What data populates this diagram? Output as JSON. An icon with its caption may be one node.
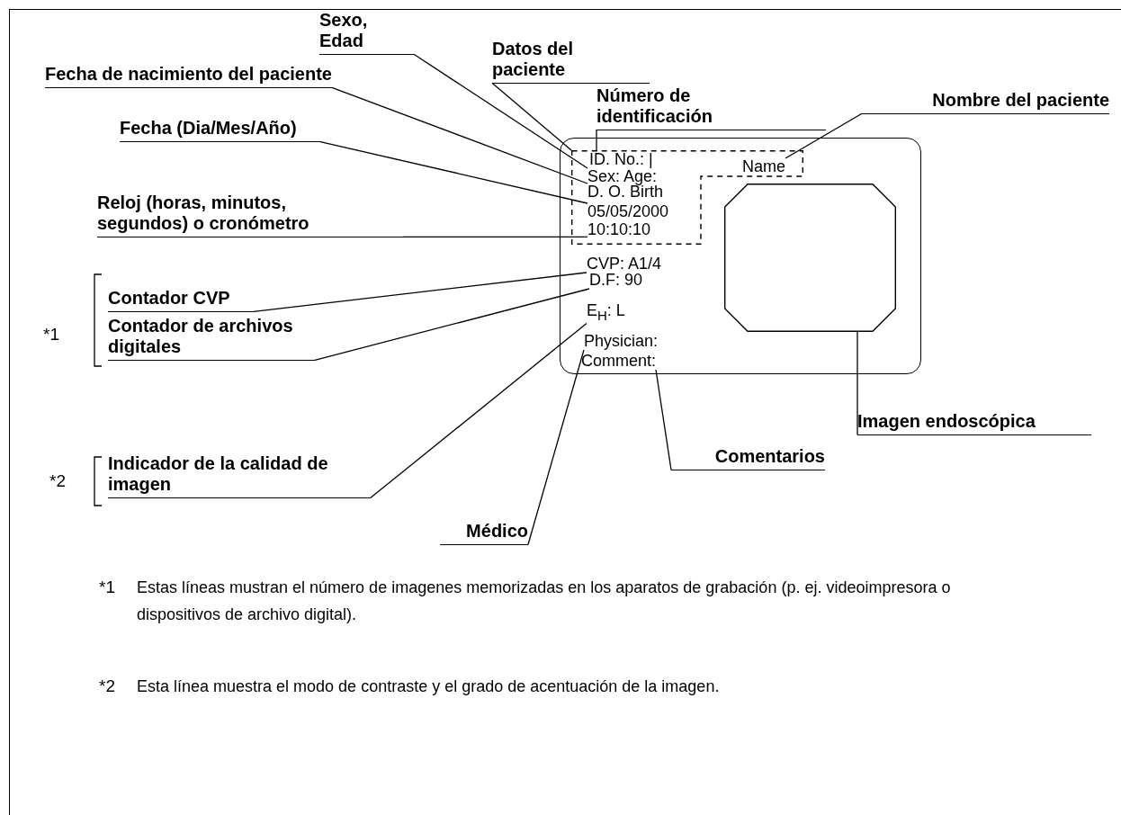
{
  "diagram": {
    "nodes": [
      {
        "text": [
          "Sexo, Edad"
        ]
      },
      {
        "text": [
          "Datos del paciente"
        ]
      },
      {
        "text": [
          "Fecha de nacimiento del paciente"
        ]
      },
      {
        "text": [
          "Número de identificación"
        ]
      },
      {
        "text": [
          "Nombre del paciente"
        ]
      },
      {
        "text": [
          "Fecha (Dia/Mes/Año)"
        ]
      },
      {
        "text": [
          "Reloj (horas, minutos, segundos) o cronómetro"
        ]
      },
      {
        "text": [
          "Contador CVP"
        ]
      },
      {
        "text": [
          "Contador de archivos digitales"
        ]
      },
      {
        "text": [
          "Indicador de la calidad de imagen"
        ]
      },
      {
        "text": [
          "Imagen endoscópica"
        ]
      },
      {
        "text": [
          "Comentarios"
        ]
      },
      {
        "text": [
          "Médico"
        ]
      },
      {
        "text": [],
        "shape": "box"
      },
      {
        "text": [],
        "shape": "box",
        "in": 13
      },
      {
        "text": [
          "ID. No.: |"
        ],
        "in": 14
      },
      {
        "text": [
          "Name"
        ],
        "in": 14
      },
      {
        "text": [
          "Sex:  Age:"
        ],
        "in": 14
      },
      {
        "text": [
          "D. O. Birth"
        ],
        "in": 14
      },
      {
        "text": [
          "05/05/2000"
        ],
        "in": 14
      },
      {
        "text": [
          "10:10:10"
        ],
        "in": 14
      },
      {
        "text": [
          "CVP: A1/4"
        ],
        "in": 13
      },
      {
        "text": [
          "D.F: 90"
        ],
        "in": 13
      },
      {
        "text": [
          "E$_{H}$: L"
        ],
        "in": 13
      },
      {
        "text": [
          "Physician:"
        ],
        "in": 13
      },
      {
        "text": [
          "Comment:"
        ],
        "in": 13
      },
      {
        "text": [],
        "shape": "octagon",
        "in": 13
      }
    ],
    "edges": [
      {
        "from": 0,
        "to": 17,
        "arrow": "none"
      },
      {
        "from": 1,
        "to": 14,
        "arrow": "none"
      },
      {
        "from": 2,
        "to": 18,
        "arrow": "none"
      },
      {
        "from": 3,
        "to": 15,
        "arrow": "none"
      },
      {
        "from": 4,
        "to": 16,
        "arrow": "none"
      },
      {
        "from": 5,
        "to": 19,
        "arrow": "none"
      },
      {
        "from": 6,
        "to": 20,
        "arrow": "none"
      },
      {
        "from": 7,
        "to": 21,
        "arrow": "none"
      },
      {
        "from": 8,
        "to": 22,
        "arrow": "none"
      },
      {
        "from": 9,
        "to": 23,
        "arrow": "none"
      },
      {
        "from": 10,
        "to": 26,
        "arrow": "none"
      },
      {
        "from": 11,
        "to": 25,
        "arrow": "none"
      },
      {
        "from": 12,
        "to": 24,
        "arrow": "none"
      }
    ],
    "labels": [
      "*1",
      "*2",
      "*1",
      "Estas líneas mustran el número de imagenes memorizadas en los aparatos de grabación (p. ej. videoimpresora o dispositivos de archivo digital).",
      "*2",
      "Esta línea muestra el modo de contraste y el grado de acentuación de la imagen."
    ]
  }
}
